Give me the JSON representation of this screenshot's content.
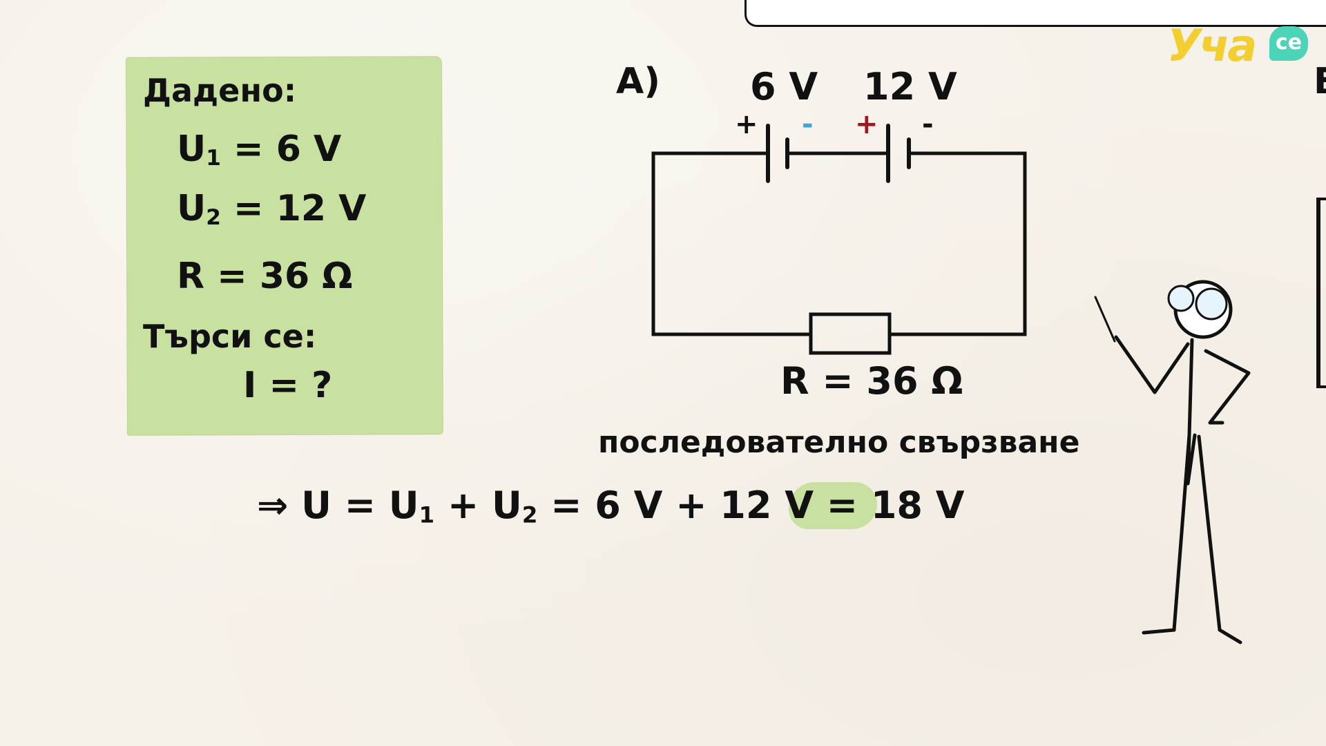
{
  "given": {
    "heading": "Дадено:",
    "u1_main": "U",
    "u1_sub": "1",
    "u1_rest": " = 6 V",
    "u2_main": "U",
    "u2_sub": "2",
    "u2_rest": " = 12 V",
    "r": "R = 36 Ω",
    "find_heading": "Търси се:",
    "find": "I = ?"
  },
  "circuit": {
    "label": "A)",
    "battery1_voltage": "6 V",
    "battery2_voltage": "12 V",
    "b1_plus": "+",
    "b1_minus": "-",
    "b2_plus": "+",
    "b2_minus": "-",
    "resistor_label": "R = 36 Ω",
    "connection_type": "последователно свързване"
  },
  "formula": {
    "arrow": "⇒",
    "u": "U = U",
    "s1": "1",
    "plus": " + U",
    "s2": "2",
    "rest": " = 6 V + 12 V = ",
    "result": "18 V"
  },
  "right_partial": {
    "letter": "Б"
  },
  "logo": {
    "text": "Уча",
    "badge": "се"
  },
  "colors": {
    "background": "#f6f1e9",
    "given_box": "#c9e1a0",
    "minus_blue": "#3aa6d6",
    "plus_red": "#9b1b24",
    "logo_yellow": "#f2cf2e",
    "logo_teal": "#4bd4b8"
  }
}
